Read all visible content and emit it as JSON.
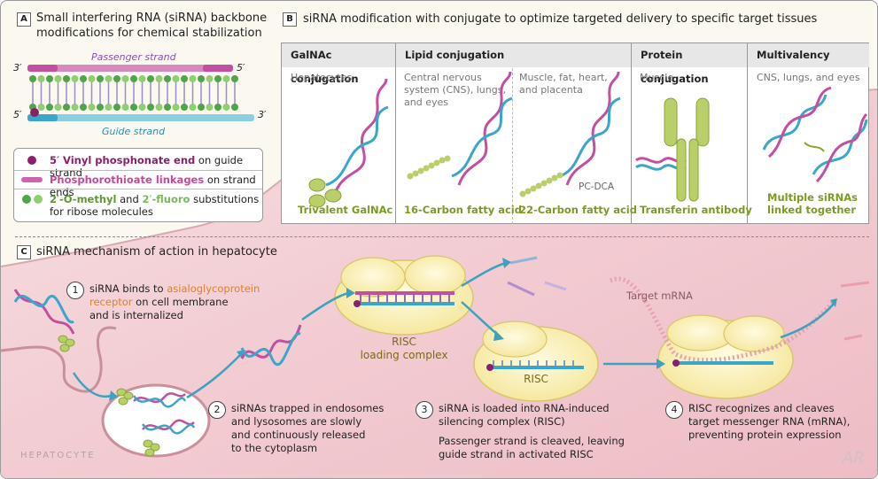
{
  "panel_a": {
    "letter": "A",
    "title_line1": "Small interfering RNA (siRNA) backbone",
    "title_line2": "modifications for chemical stabilization",
    "passenger_label": "Passenger strand",
    "guide_label": "Guide strand",
    "prime_3": "3′",
    "prime_5": "5′",
    "legend": {
      "row1_bold": "5′ Vinyl phosphonate end",
      "row1_rest": " on guide strand",
      "row2_bold": "Phosphorothioate linkages",
      "row2_rest": " on strand ends",
      "row3_bold1": "2′-O-methyl",
      "row3_mid": " and ",
      "row3_bold2": "2′-fluoro",
      "row3_rest": " substitutions",
      "row3_line2": "for ribose molecules"
    }
  },
  "panel_b": {
    "letter": "B",
    "title": "siRNA modification with conjugate to optimize targeted delivery to specific target tissues",
    "headers": [
      "GalNAc conjugation",
      "Lipid conjugation",
      "Protein conjugation",
      "Multivalency"
    ],
    "targets": [
      {
        "line1": "Hepatocytes",
        "line2": "",
        "line3": ""
      },
      {
        "line1": "Central nervous",
        "line2": "system (CNS), lungs,",
        "line3": "and eyes"
      },
      {
        "line1": "Muscle, fat, heart,",
        "line2": "and placenta",
        "line3": ""
      },
      {
        "line1": "Muscle",
        "line2": "",
        "line3": ""
      },
      {
        "line1": "CNS, lungs, and eyes",
        "line2": "",
        "line3": ""
      }
    ],
    "captions": [
      {
        "line1": "Trivalent GalNAc",
        "line2": ""
      },
      {
        "line1": "16-Carbon fatty acid",
        "line2": ""
      },
      {
        "line1": "22-Carbon fatty acid",
        "line2": ""
      },
      {
        "line1": "Transferin antibody",
        "line2": ""
      },
      {
        "line1": "Multiple siRNAs",
        "line2": "linked together"
      }
    ],
    "pc_dca": "PC-DCA"
  },
  "panel_c": {
    "letter": "C",
    "title": "siRNA mechanism of action in hepatocyte",
    "step1": {
      "num": "1",
      "line1a": "siRNA binds to ",
      "line1b": "asialoglycoprotein",
      "line2a": "receptor",
      "line2b": " on cell membrane",
      "line3": "and is internalized"
    },
    "step2": {
      "num": "2",
      "line1": "siRNAs trapped in endosomes",
      "line2": "and lysosomes are slowly",
      "line3": "and continuously released",
      "line4": "to the cytoplasm"
    },
    "step3": {
      "num": "3",
      "line1": "siRNA is loaded into RNA-induced",
      "line2": "silencing complex (RISC)",
      "line3": "Passenger strand is cleaved, leaving",
      "line4": "guide strand in activated RISC"
    },
    "step4": {
      "num": "4",
      "line1": "RISC recognizes and cleaves",
      "line2": "target messenger RNA (mRNA),",
      "line3": "preventing protein expression"
    },
    "risc_loading_line1": "RISC",
    "risc_loading_line2": "loading complex",
    "risc": "RISC",
    "target_mrna": "Target mRNA",
    "hepatocyte": "HEPATOCYTE",
    "signature": "AR"
  },
  "colors": {
    "passenger": "#c24fa0",
    "guide": "#3aa6c9",
    "green_dot": "#4fa54a",
    "vinyl": "#8a1f6a",
    "risc_fill": "#fbf2b4",
    "accent_green": "#7b9b22"
  }
}
